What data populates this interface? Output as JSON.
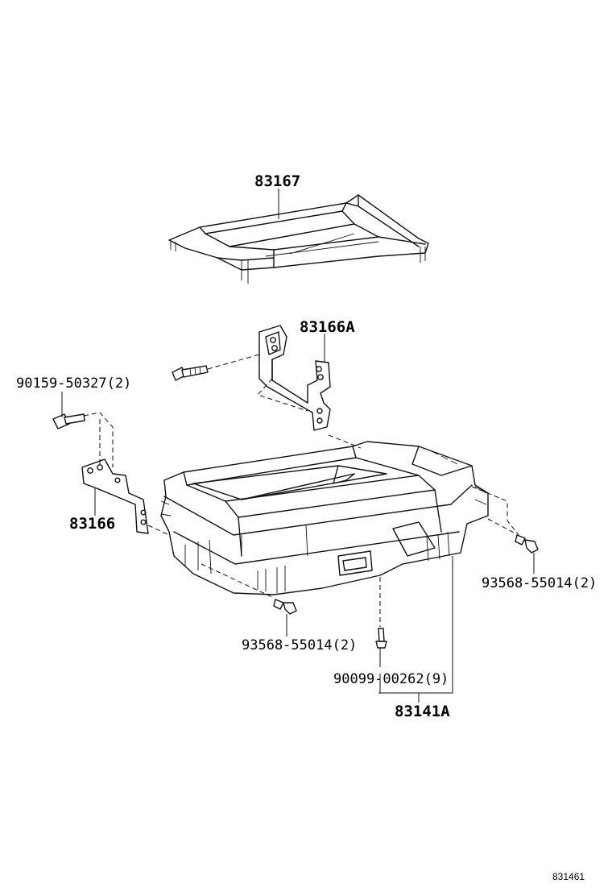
{
  "labels": {
    "tray_top": "83167",
    "bracket_right": "83166A",
    "bolt_upper": "90159-50327(2)",
    "bracket_left": "83166",
    "screw_right": "93568-55014(2)",
    "screw_lower": "93568-55014(2)",
    "screw_small": "90099-00262(9)",
    "box_assembly": "83141A"
  },
  "diagram_ref": "831461"
}
